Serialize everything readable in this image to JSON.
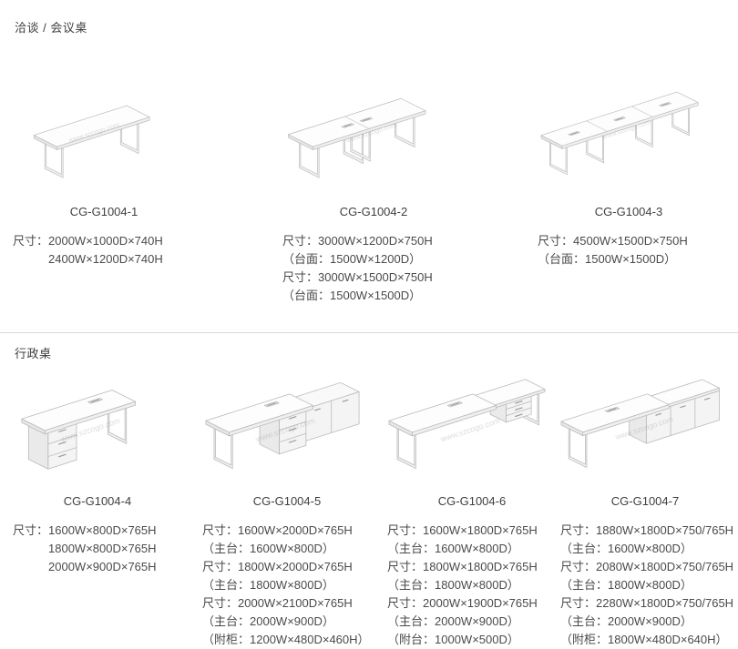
{
  "watermark": "www.szcogo.com",
  "sections": [
    {
      "title": "洽谈 / 会议桌",
      "products": [
        {
          "code": "CG-G1004-1",
          "drawing": "conference-table-small",
          "specs": [
            {
              "text": "尺寸：2000W×1000D×740H",
              "indent": false
            },
            {
              "text": "2400W×1200D×740H",
              "indent": true
            }
          ]
        },
        {
          "code": "CG-G1004-2",
          "drawing": "conference-table-medium",
          "specs": [
            {
              "text": "尺寸：3000W×1200D×750H",
              "indent": false
            },
            {
              "text": "（台面：1500W×1200D）",
              "indent": false
            },
            {
              "text": "尺寸：3000W×1500D×750H",
              "indent": false
            },
            {
              "text": "（台面：1500W×1500D）",
              "indent": false
            }
          ]
        },
        {
          "code": "CG-G1004-3",
          "drawing": "conference-table-large",
          "specs": [
            {
              "text": "尺寸：4500W×1500D×750H",
              "indent": false
            },
            {
              "text": "（台面：1500W×1500D）",
              "indent": false
            }
          ]
        }
      ]
    },
    {
      "title": "行政桌",
      "products": [
        {
          "code": "CG-G1004-4",
          "drawing": "desk-pedestal",
          "specs": [
            {
              "text": "尺寸：1600W×800D×765H",
              "indent": false
            },
            {
              "text": "1800W×800D×765H",
              "indent": true
            },
            {
              "text": "2000W×900D×765H",
              "indent": true
            }
          ]
        },
        {
          "code": "CG-G1004-5",
          "drawing": "desk-return-cabinet",
          "specs": [
            {
              "text": "尺寸：1600W×2000D×765H",
              "indent": false
            },
            {
              "text": "（主台：1600W×800D）",
              "indent": false
            },
            {
              "text": "尺寸：1800W×2000D×765H",
              "indent": false
            },
            {
              "text": "（主台：1800W×800D）",
              "indent": false
            },
            {
              "text": "尺寸：2000W×2100D×765H",
              "indent": false
            },
            {
              "text": "（主台：2000W×900D）",
              "indent": false
            },
            {
              "text": "（附柜：1200W×480D×460H）",
              "indent": false
            }
          ]
        },
        {
          "code": "CG-G1004-6",
          "drawing": "desk-return-pedestal",
          "specs": [
            {
              "text": "尺寸：1600W×1800D×765H",
              "indent": false
            },
            {
              "text": "（主台：1600W×800D）",
              "indent": false
            },
            {
              "text": "尺寸：1800W×1800D×765H",
              "indent": false
            },
            {
              "text": "（主台：1800W×800D）",
              "indent": false
            },
            {
              "text": "尺寸：2000W×1900D×765H",
              "indent": false
            },
            {
              "text": "（主台：2000W×900D）",
              "indent": false
            },
            {
              "text": "（附台：1000W×500D）",
              "indent": false
            }
          ]
        },
        {
          "code": "CG-G1004-7",
          "drawing": "desk-credenza",
          "specs": [
            {
              "text": "尺寸：1880W×1800D×750/765H",
              "indent": false
            },
            {
              "text": "（主台：1600W×800D）",
              "indent": false
            },
            {
              "text": "尺寸：2080W×1800D×750/765H",
              "indent": false
            },
            {
              "text": "（主台：1800W×800D）",
              "indent": false
            },
            {
              "text": "尺寸：2280W×1800D×750/765H",
              "indent": false
            },
            {
              "text": "（主台：2000W×900D）",
              "indent": false
            },
            {
              "text": "（附柜：1800W×480D×640H）",
              "indent": false
            }
          ]
        }
      ]
    }
  ]
}
